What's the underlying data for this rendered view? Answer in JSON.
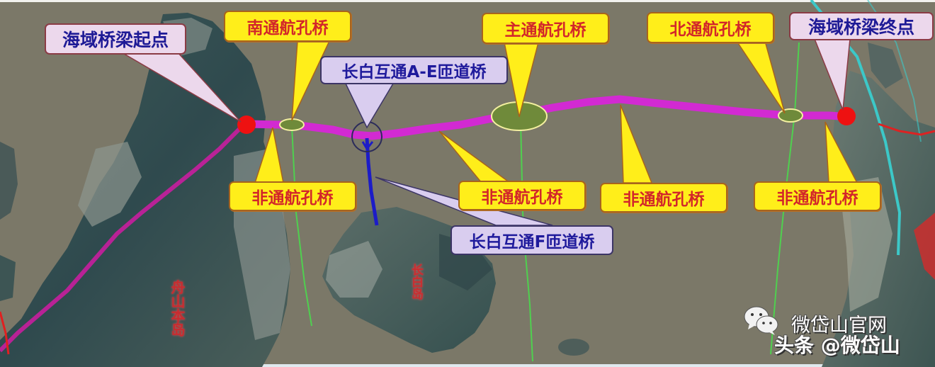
{
  "map": {
    "type": "satellite bridge route map",
    "colors": {
      "water": "#7d7a6a",
      "route": "#d22ad2",
      "endpoint": "#ee1111",
      "navigation_span_fill": "#6f8a3a",
      "navigation_span_outline": "#f4f0a0",
      "channel_line": "#4fd04f",
      "ramp": "#1c1cc8",
      "highway_cyan": "#3cc8c8",
      "connecting_road_red": "#dd2222",
      "callout_yellow": "#ffee1a",
      "callout_lilac": "#d9cdef",
      "callout_pink": "#ecd8ec"
    }
  },
  "callouts": {
    "start_point": "海域桥梁起点",
    "south_nav_span": "南通航孔桥",
    "changbai_ae_ramp": "长白互通A-E匝道桥",
    "main_nav_span": "主通航孔桥",
    "north_nav_span": "北通航孔桥",
    "end_point": "海域桥梁终点",
    "non_nav_span_1": "非通航孔桥",
    "non_nav_span_2": "非通航孔桥",
    "non_nav_span_3": "非通航孔桥",
    "non_nav_span_4": "非通航孔桥",
    "changbai_f_ramp": "长白互通F匝道桥"
  },
  "island_labels": {
    "left_island": "舟山本岛",
    "middle_island": "长白岛"
  },
  "watermark": {
    "wechat_icon": "wechat-icon",
    "line1": "微岱山官网",
    "line2": "头条 @微岱山"
  }
}
